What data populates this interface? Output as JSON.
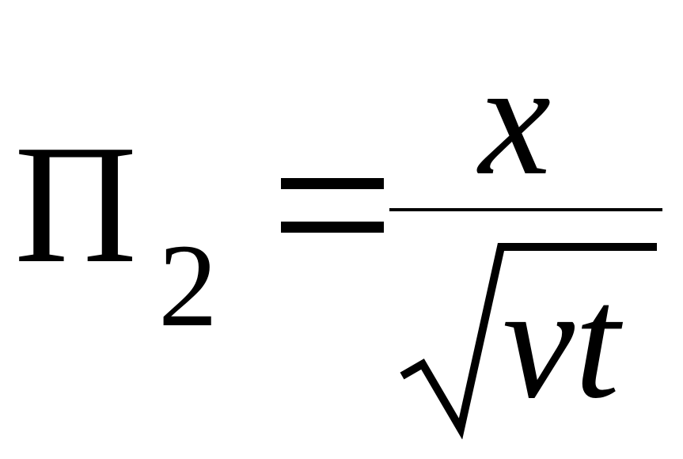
{
  "formula": {
    "lhs_symbol": "Π",
    "lhs_subscript": "2",
    "operator": "=",
    "numerator": "x",
    "radicand": "vt"
  }
}
